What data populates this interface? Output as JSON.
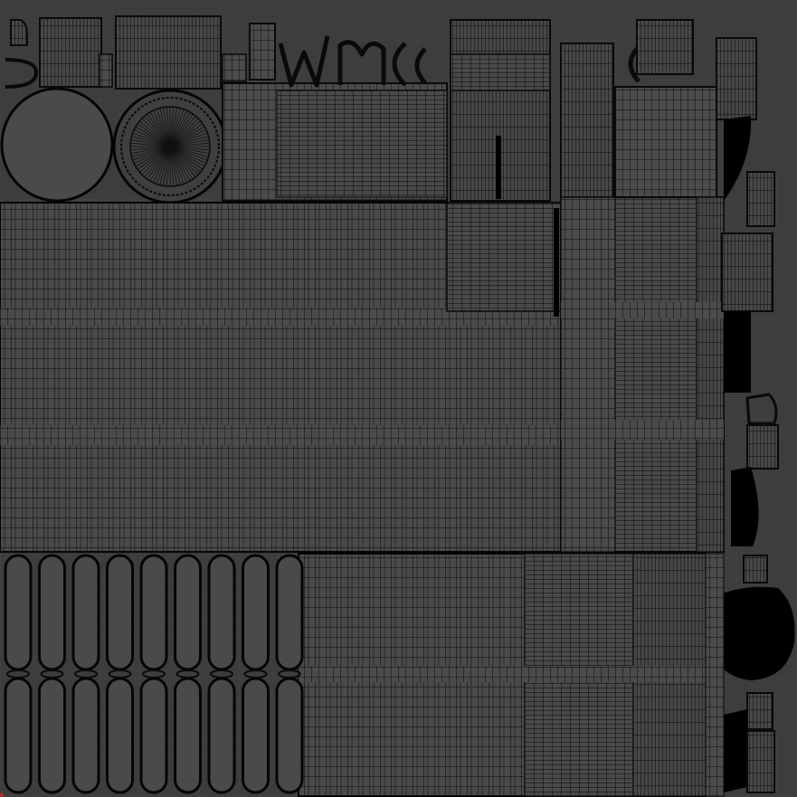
{
  "viewport": {
    "kind": "uv-layout-wireframe",
    "background_color": "#3d3d3d",
    "grid_color": "#454545",
    "face_fill_color": "#4a4a4a",
    "wire_color": "#0a0a0a",
    "solid_island_color": "#000000",
    "origin_marker_color": "#d02020"
  },
  "islands": {
    "grid_sheets": [
      "main-grid-sheet",
      "lower-grid-sheet",
      "right-column-sheet",
      "top-center-sheet",
      "top-right-sheet"
    ],
    "discs": [
      "left-disc",
      "radial-disc",
      "right-blob-disc"
    ],
    "capsules": 18,
    "solid_shapes": [
      "right-solid-wedge-top",
      "right-solid-wedge-mid",
      "right-solid-bottle"
    ],
    "letter_strips": [
      "W",
      "M",
      "C",
      "C"
    ]
  }
}
